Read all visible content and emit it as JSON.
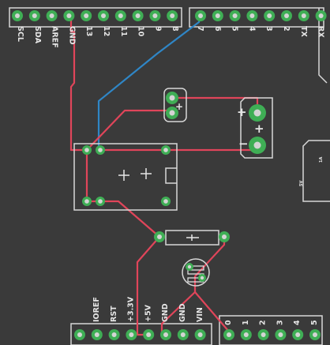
{
  "board": {
    "background": "#3a3a3a",
    "pad_color": "#3fae55",
    "trace_top_color": "#e0455a",
    "trace_bottom_color": "#2f86c6",
    "silkscreen_color": "#e6e6e6"
  },
  "header_top_left": {
    "labels": [
      "SCL",
      "SDA",
      "AREF",
      "GND",
      "13",
      "12",
      "11",
      "10",
      "9",
      "8"
    ]
  },
  "header_top_right": {
    "labels": [
      "7",
      "6",
      "5",
      "4",
      "3",
      "2",
      "TX",
      "RX"
    ]
  },
  "header_bottom_left": {
    "labels": [
      "IOREF",
      "RST",
      "+3.3V",
      "+5V",
      "GND",
      "GND",
      "VIN"
    ]
  },
  "header_bottom_right": {
    "labels": [
      "0",
      "1",
      "2",
      "3",
      "4",
      "5"
    ]
  },
  "polarity": {
    "plus": "+",
    "minus": "−"
  },
  "dc_jack": {
    "label_a": "1A",
    "label_b": "5V"
  }
}
